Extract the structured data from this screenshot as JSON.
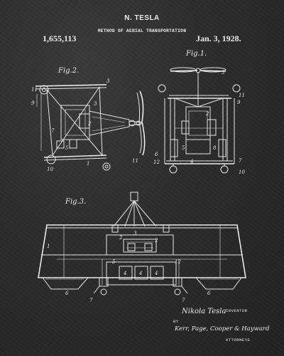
{
  "header": {
    "inventor_name": "N. TESLA",
    "title": "METHOD OF AERIAL TRANSPORTATION",
    "patent_number": "1,655,113",
    "patent_date": "Jan. 3, 1928."
  },
  "figures": {
    "fig1": "Fig.1.",
    "fig2": "Fig.2.",
    "fig3": "Fig.3."
  },
  "reference_numerals": {
    "fig2": [
      "3",
      "9",
      "11",
      "3",
      "2",
      "7",
      "5",
      "10",
      "1",
      "11"
    ],
    "fig1": [
      "3",
      "11",
      "9",
      "2",
      "4",
      "5",
      "8",
      "6",
      "12",
      "7",
      "10"
    ],
    "fig3": [
      "1",
      "2",
      "3",
      "2",
      "4",
      "5",
      "4",
      "4",
      "7",
      "6",
      "7",
      "6",
      "12"
    ]
  },
  "signature_block": {
    "inventor_caption": "INVENTOR",
    "inventor_signature": "Nikola Tesla",
    "by_label": "BY",
    "attorney_signature": "Kerr, Page, Cooper & Hayward",
    "attorney_caption": "ATTORNEYS"
  }
}
